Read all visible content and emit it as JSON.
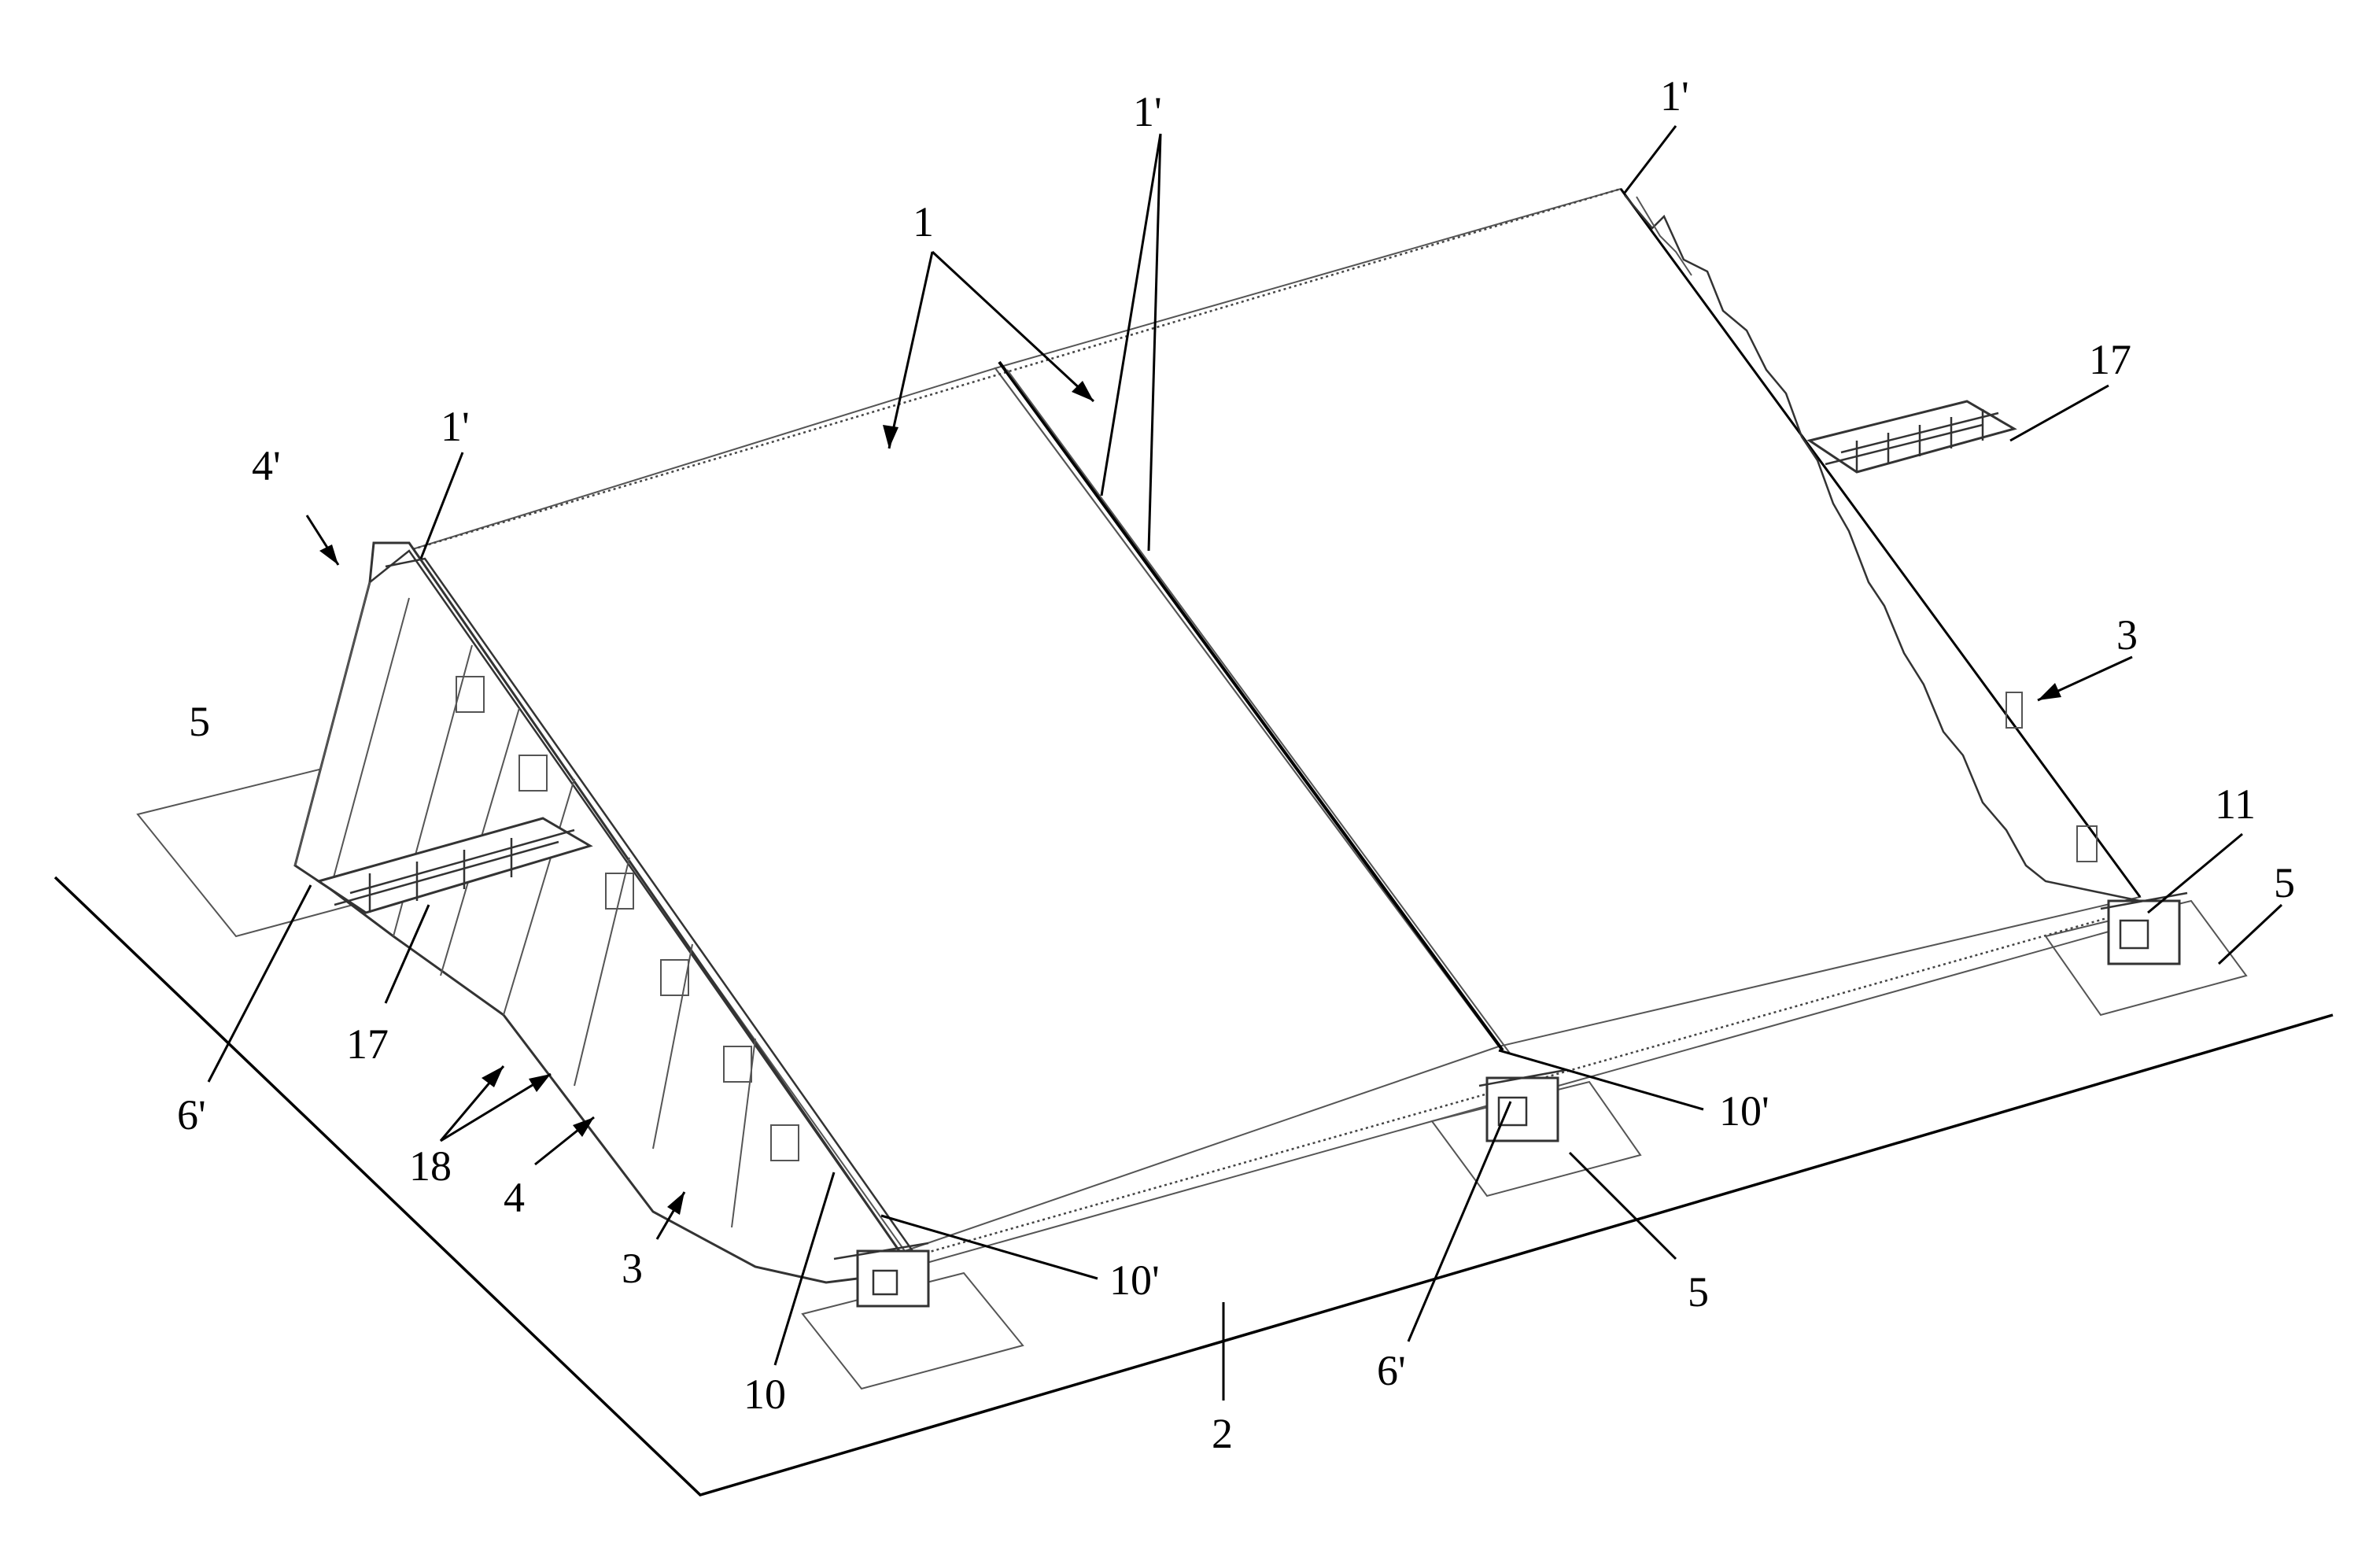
{
  "labels": {
    "l1_left": "1",
    "l1_right": "1",
    "l1p_mid": "1'",
    "l1p_right": "1'",
    "l1p_left": "1'",
    "l4p": "4'",
    "l5_left": "5",
    "l17_right": "17",
    "l3_right": "3",
    "l11": "11",
    "l5_right": "5",
    "l6p_left": "6'",
    "l17_left": "17",
    "l18": "18",
    "l4": "4",
    "l3_left": "3",
    "l10p_mid": "10'",
    "l10p_left": "10'",
    "l10": "10",
    "l2": "2",
    "l6p_mid": "6'",
    "l5_mid": "5"
  },
  "colors": {
    "ink": "#000000",
    "paper": "#ffffff"
  }
}
